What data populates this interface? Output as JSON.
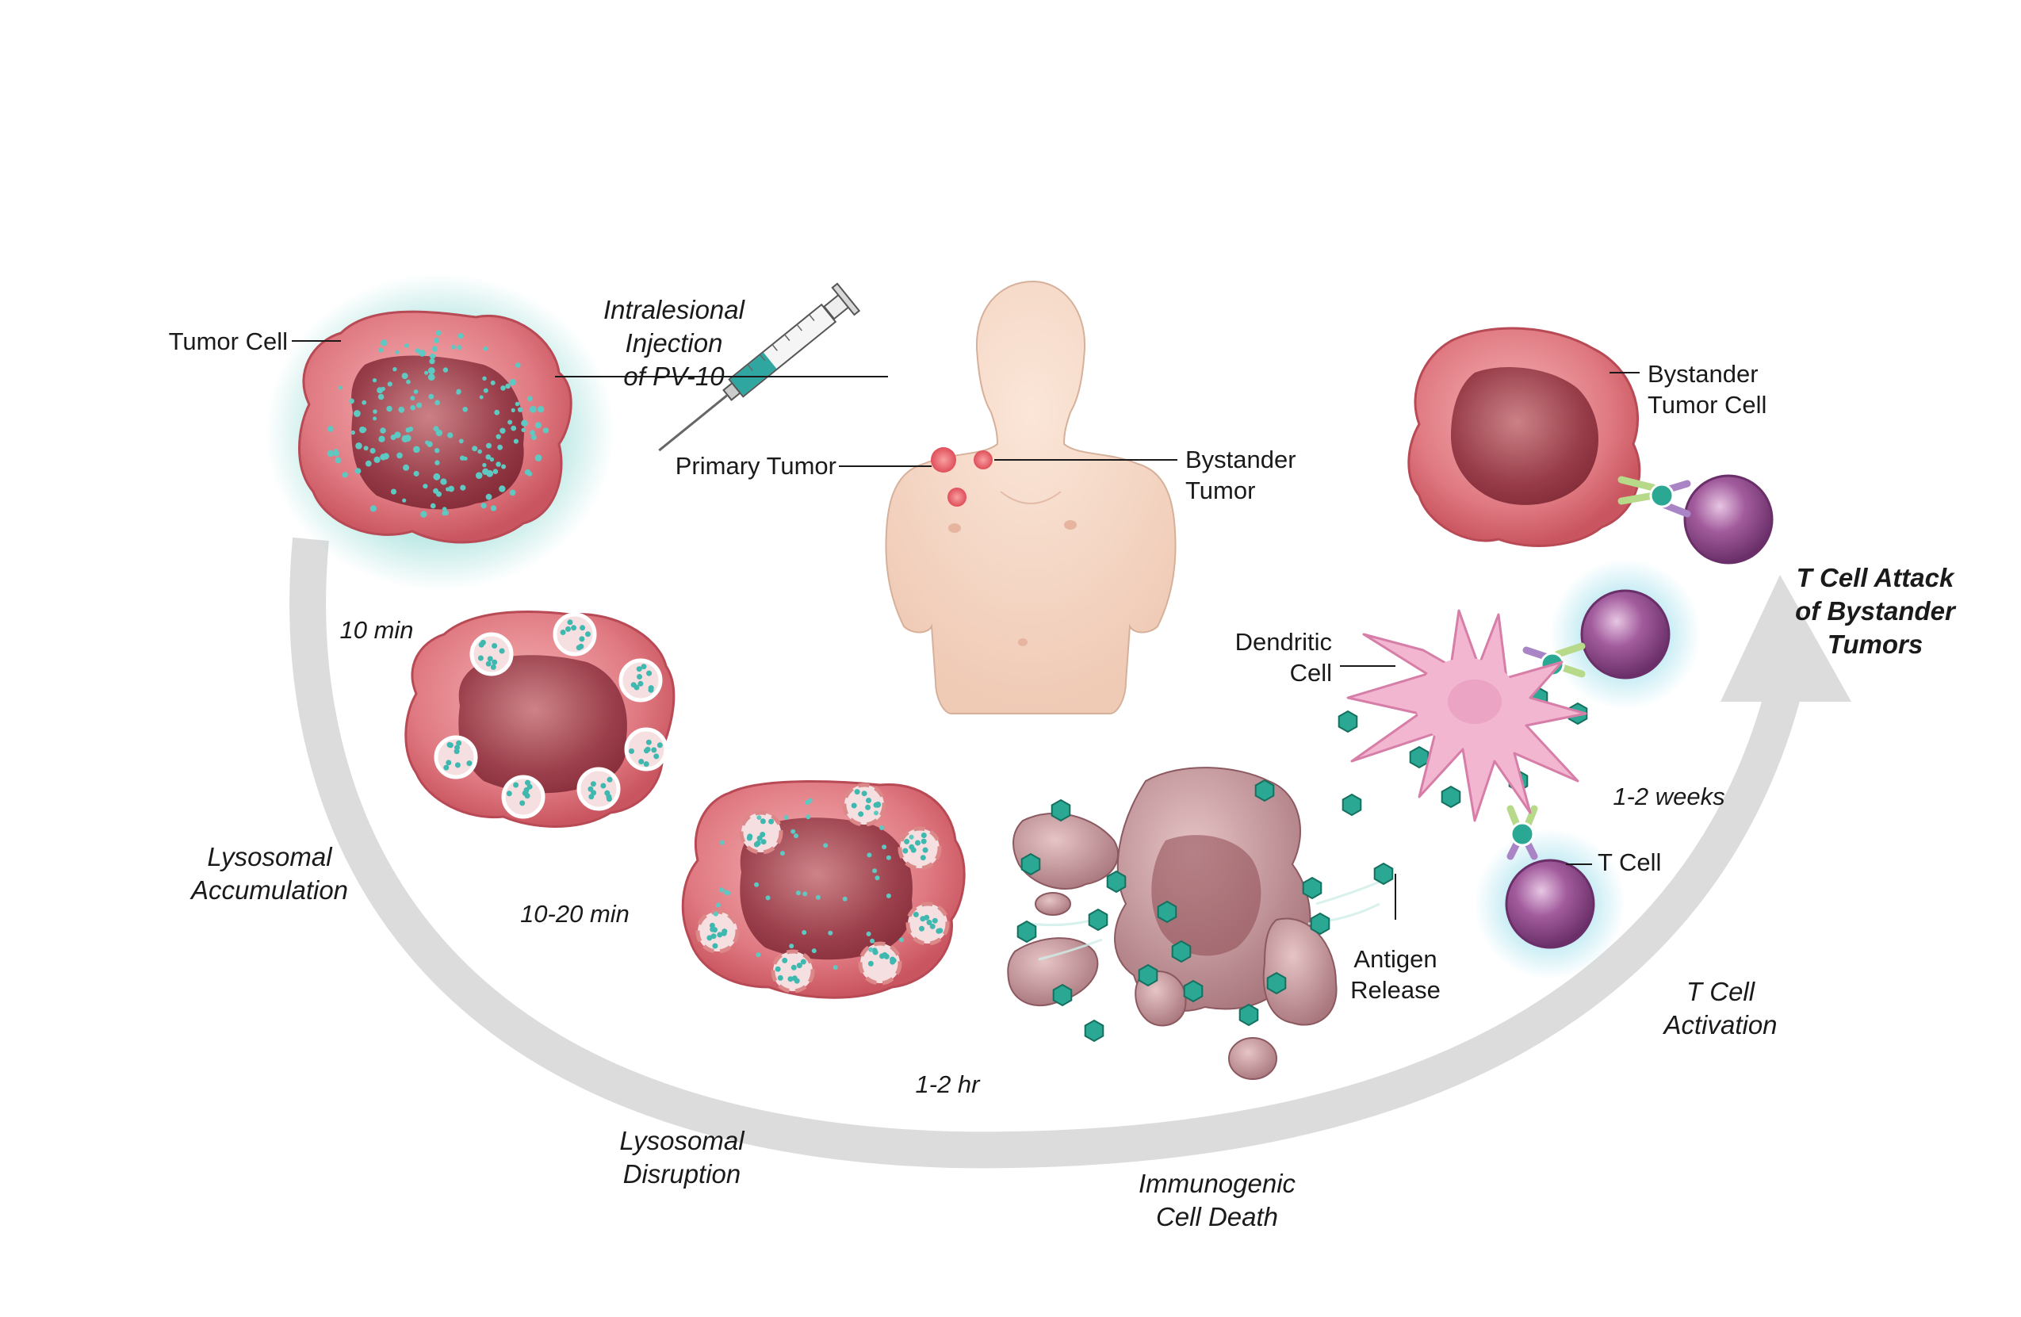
{
  "labels": {
    "tumor_cell": "Tumor Cell",
    "injection": [
      "Intralesional",
      "Injection",
      "of PV-10"
    ],
    "primary_tumor": "Primary Tumor",
    "bystander_tumor": [
      "Bystander",
      "Tumor"
    ],
    "bystander_tumor_cell": [
      "Bystander",
      "Tumor Cell"
    ],
    "t_cell_attack": [
      "T Cell Attack",
      "of Bystander",
      "Tumors"
    ],
    "dendritic_cell": [
      "Dendritic",
      "Cell"
    ],
    "t_cell": "T Cell",
    "antigen_release": [
      "Antigen",
      "Release"
    ],
    "t_cell_activation": [
      "T Cell",
      "Activation"
    ],
    "lysosomal_accumulation": [
      "Lysosomal",
      "Accumulation"
    ],
    "lysosomal_disruption": [
      "Lysosomal",
      "Disruption"
    ],
    "immunogenic_cell_death": [
      "Immunogenic",
      "Cell Death"
    ]
  },
  "times": {
    "t1": "10 min",
    "t2": "10-20 min",
    "t3": "1-2 hr",
    "t4": "1-2 weeks"
  },
  "colors": {
    "cell_pink": "#e8868d",
    "cell_core": "#9e3c48",
    "pv10_teal": "#3fb8b0",
    "antigen_teal": "#2aa894",
    "dendritic_pink": "#f2b6d0",
    "t_cell_purple": "#8e4e8c",
    "arrow_gray": "#dcdcdc",
    "skin": "#f3d6c4",
    "debris_mauve": "#c99aa0"
  }
}
